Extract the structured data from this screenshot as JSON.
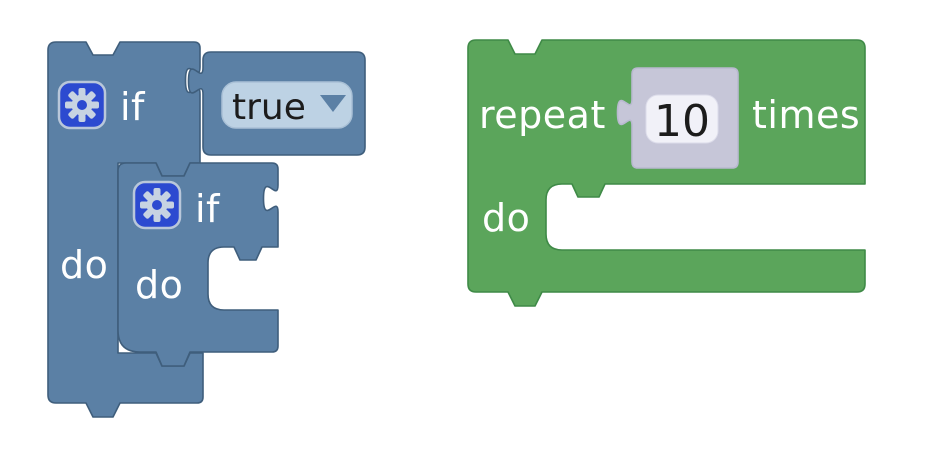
{
  "workspace": {
    "background": "#ffffff",
    "blocks": {
      "outer_if": {
        "type": "controls_if",
        "label_if": "if",
        "label_do": "do"
      },
      "nested_if": {
        "type": "controls_if",
        "label_if": "if",
        "label_do": "do"
      },
      "true_block": {
        "type": "logic_boolean",
        "dropdown_value": "true"
      },
      "repeat_block": {
        "type": "controls_repeat",
        "label_repeat": "repeat",
        "label_times": "times",
        "label_do": "do"
      },
      "number_shadow": {
        "type": "math_number",
        "value": "10"
      }
    },
    "icons": {
      "gear": "mutator-gear",
      "dropdown_arrow": "triangle-down"
    },
    "colors": {
      "logic": "#5b80a5",
      "logic_border": "#3f5e7c",
      "loop": "#5ba55b",
      "loop_border": "#3f8a47",
      "shadow": "#c6c6d8",
      "shadow_border": "#b9b9d0",
      "field_bg": "#f1f1f8",
      "dropdown_bg": "#bdd2e4",
      "gear_bg": "#2c4ad0",
      "gear_glyph": "#c7d3e2",
      "label_text": "#ffffff",
      "field_text": "#1c1c1c",
      "arrow": "#5b80a5"
    }
  }
}
